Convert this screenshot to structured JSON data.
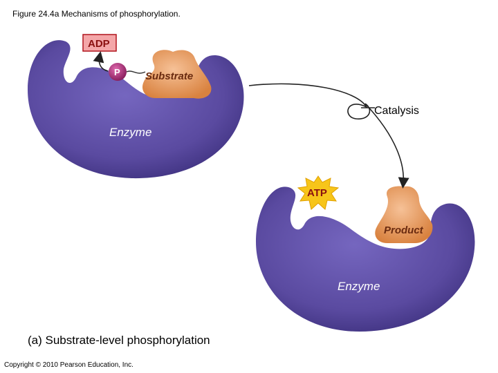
{
  "figure": {
    "title": "Figure 24.4a  Mechanisms of phosphorylation.",
    "caption": "(a) Substrate-level phosphorylation",
    "copyright": "Copyright © 2010 Pearson Education, Inc."
  },
  "labels": {
    "enzyme_top": "Enzyme",
    "enzyme_bottom": "Enzyme",
    "substrate": "Substrate",
    "product": "Product",
    "adp": "ADP",
    "atp": "ATP",
    "phosphate": "P",
    "catalysis": "Catalysis"
  },
  "colors": {
    "enzyme": "#5a4aa0",
    "substrate": "#e79a5c",
    "adp_fill": "#f4a6a8",
    "phosphate": "#b0387a",
    "atp_star": "#f7c51a"
  }
}
